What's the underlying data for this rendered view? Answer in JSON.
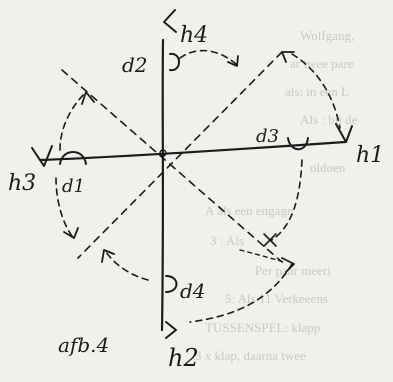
{
  "labels": {
    "h1": "h1",
    "h2": "h2",
    "h3": "h3",
    "h4": "h4",
    "d1": "d1",
    "d2": "d2",
    "d3": "d3",
    "d4": "d4",
    "caption": "afb.4"
  },
  "bleed_through_lines": [
    "Wolfgang,",
    "ar twee pare",
    "als: in een L",
    "Als : bij de",
    "oldoen",
    "A   als een engage",
    "3 : Als",
    "Per paar meeri",
    "5: Als 11 Verkeeens",
    "TUSSENSPEL: klapp",
    "3 x klap, daarna twee"
  ],
  "colors": {
    "paper": "#f1f0ec",
    "ink": "#1b1b1b",
    "bleed": "#9a9890"
  }
}
